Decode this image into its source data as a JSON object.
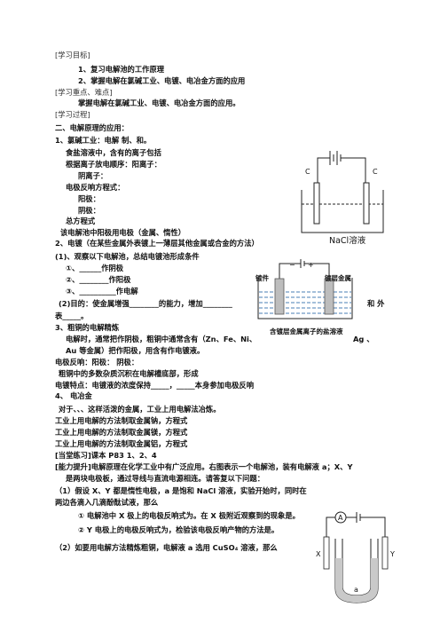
{
  "sections": {
    "goals_head": "[学习目标]",
    "goal1": "1、复习电解池的工作原理",
    "goal2": "2、掌握电解在氯碱工业、电镀、电冶金方面的应用",
    "key_head": "[学习重点、难点]",
    "key_text": "掌握电解在氯碱工业、电镀、电冶金方面的应用。",
    "process_head": "[学习过程]",
    "part2": "二、电解原理的应用：",
    "chlor_title": "1、氯碱工业：电解 制、和。",
    "chlor_ions": "食盐溶液中，含有的离子包括",
    "chlor_order": "根据离子放电顺序：阳离子：",
    "chlor_anion": "阴离子：",
    "electrode_eq": "电极反响方程式：",
    "anode": "阳极：",
    "cathode": "阴极：",
    "total_eq": "总方程式",
    "chlor_note": "该电解池中阳极用电极（金属、惰性）",
    "plating_title": "2、电镀（在某些金属外表镀上一薄层其他金属或合金的方法）",
    "plating_obs": "(1)、观察以下电解池，总结电镀池形成条件",
    "cond1": "①、______作阴极",
    "cond2": "②、________作阳极",
    "cond3": "③、__________作电解",
    "purpose": "(2)目的：使金属增强________的能力，增加________",
    "purpose_end": "和 外",
    "purpose_line2": "表_____。",
    "refine_title": "3、粗铜的电解精炼",
    "refine_text1": "电解时，通常把作阴极，粗铜中通常含有（Zn、Fe、Ni、",
    "refine_text1_end": "Ag 、",
    "refine_text2": "Au 等金属）把作阳极，用含有作电镀液。",
    "refine_eq": "电极反响：阳极：   阴极：",
    "refine_mud": "粗铜中的多数杂质沉积在电解槽底部，形成",
    "refine_feature": "电镀特点：电镀液的浓度保持_____，_____本身参加电极反响",
    "metal_title": "4、 电冶金",
    "metal_text": "对于、、、这样活泼的金属，工业上用电解法冶炼。",
    "metal_na": "工业上用电解的方法制取金属钠，方程式",
    "metal_mg": "工业上用电解的方法制取金属镁，方程式",
    "metal_al": "工业上用电解的方法制取金属铝，方程式",
    "practice": "[当堂练习]课本 P83 1、2、4",
    "improve1": "[能力提升]电解原理在化学工业中有广泛应用。右图表示一个电解池，装有电解液 a；X、Y",
    "improve2": "是两块电极板，通过导线与直流电源相连。请答复以下问题：",
    "q1a": "（1）假设 X、Y 都是惰性电极，a 是饱和 NaCl 溶液，实验开始时，同时在",
    "q1b": "两边各滴入几滴酚酞试液，那么",
    "q1_1": "① 电解池中 X 极上的电极反响式为。在 X 极附近观察到的现象是。",
    "q1_2": "② Y 电极上的电极反响式为，检验该电极反响产物的方法是。",
    "q2": "（2）如要用电解方法精炼粗铜，电解液 a 选用 CuSO₄ 溶液，那么"
  },
  "figure_nacl": {
    "left_electrode": "C",
    "right_electrode": "C",
    "caption": "NaCl溶液"
  },
  "figure_plating": {
    "label_left": "镀件",
    "label_right": "镀层金属",
    "minus": "−",
    "plus": "+",
    "caption": "含镀层金属离子的盐溶液"
  },
  "figure_xy": {
    "meter": "A",
    "x": "X",
    "y": "Y",
    "liquid": "a"
  }
}
